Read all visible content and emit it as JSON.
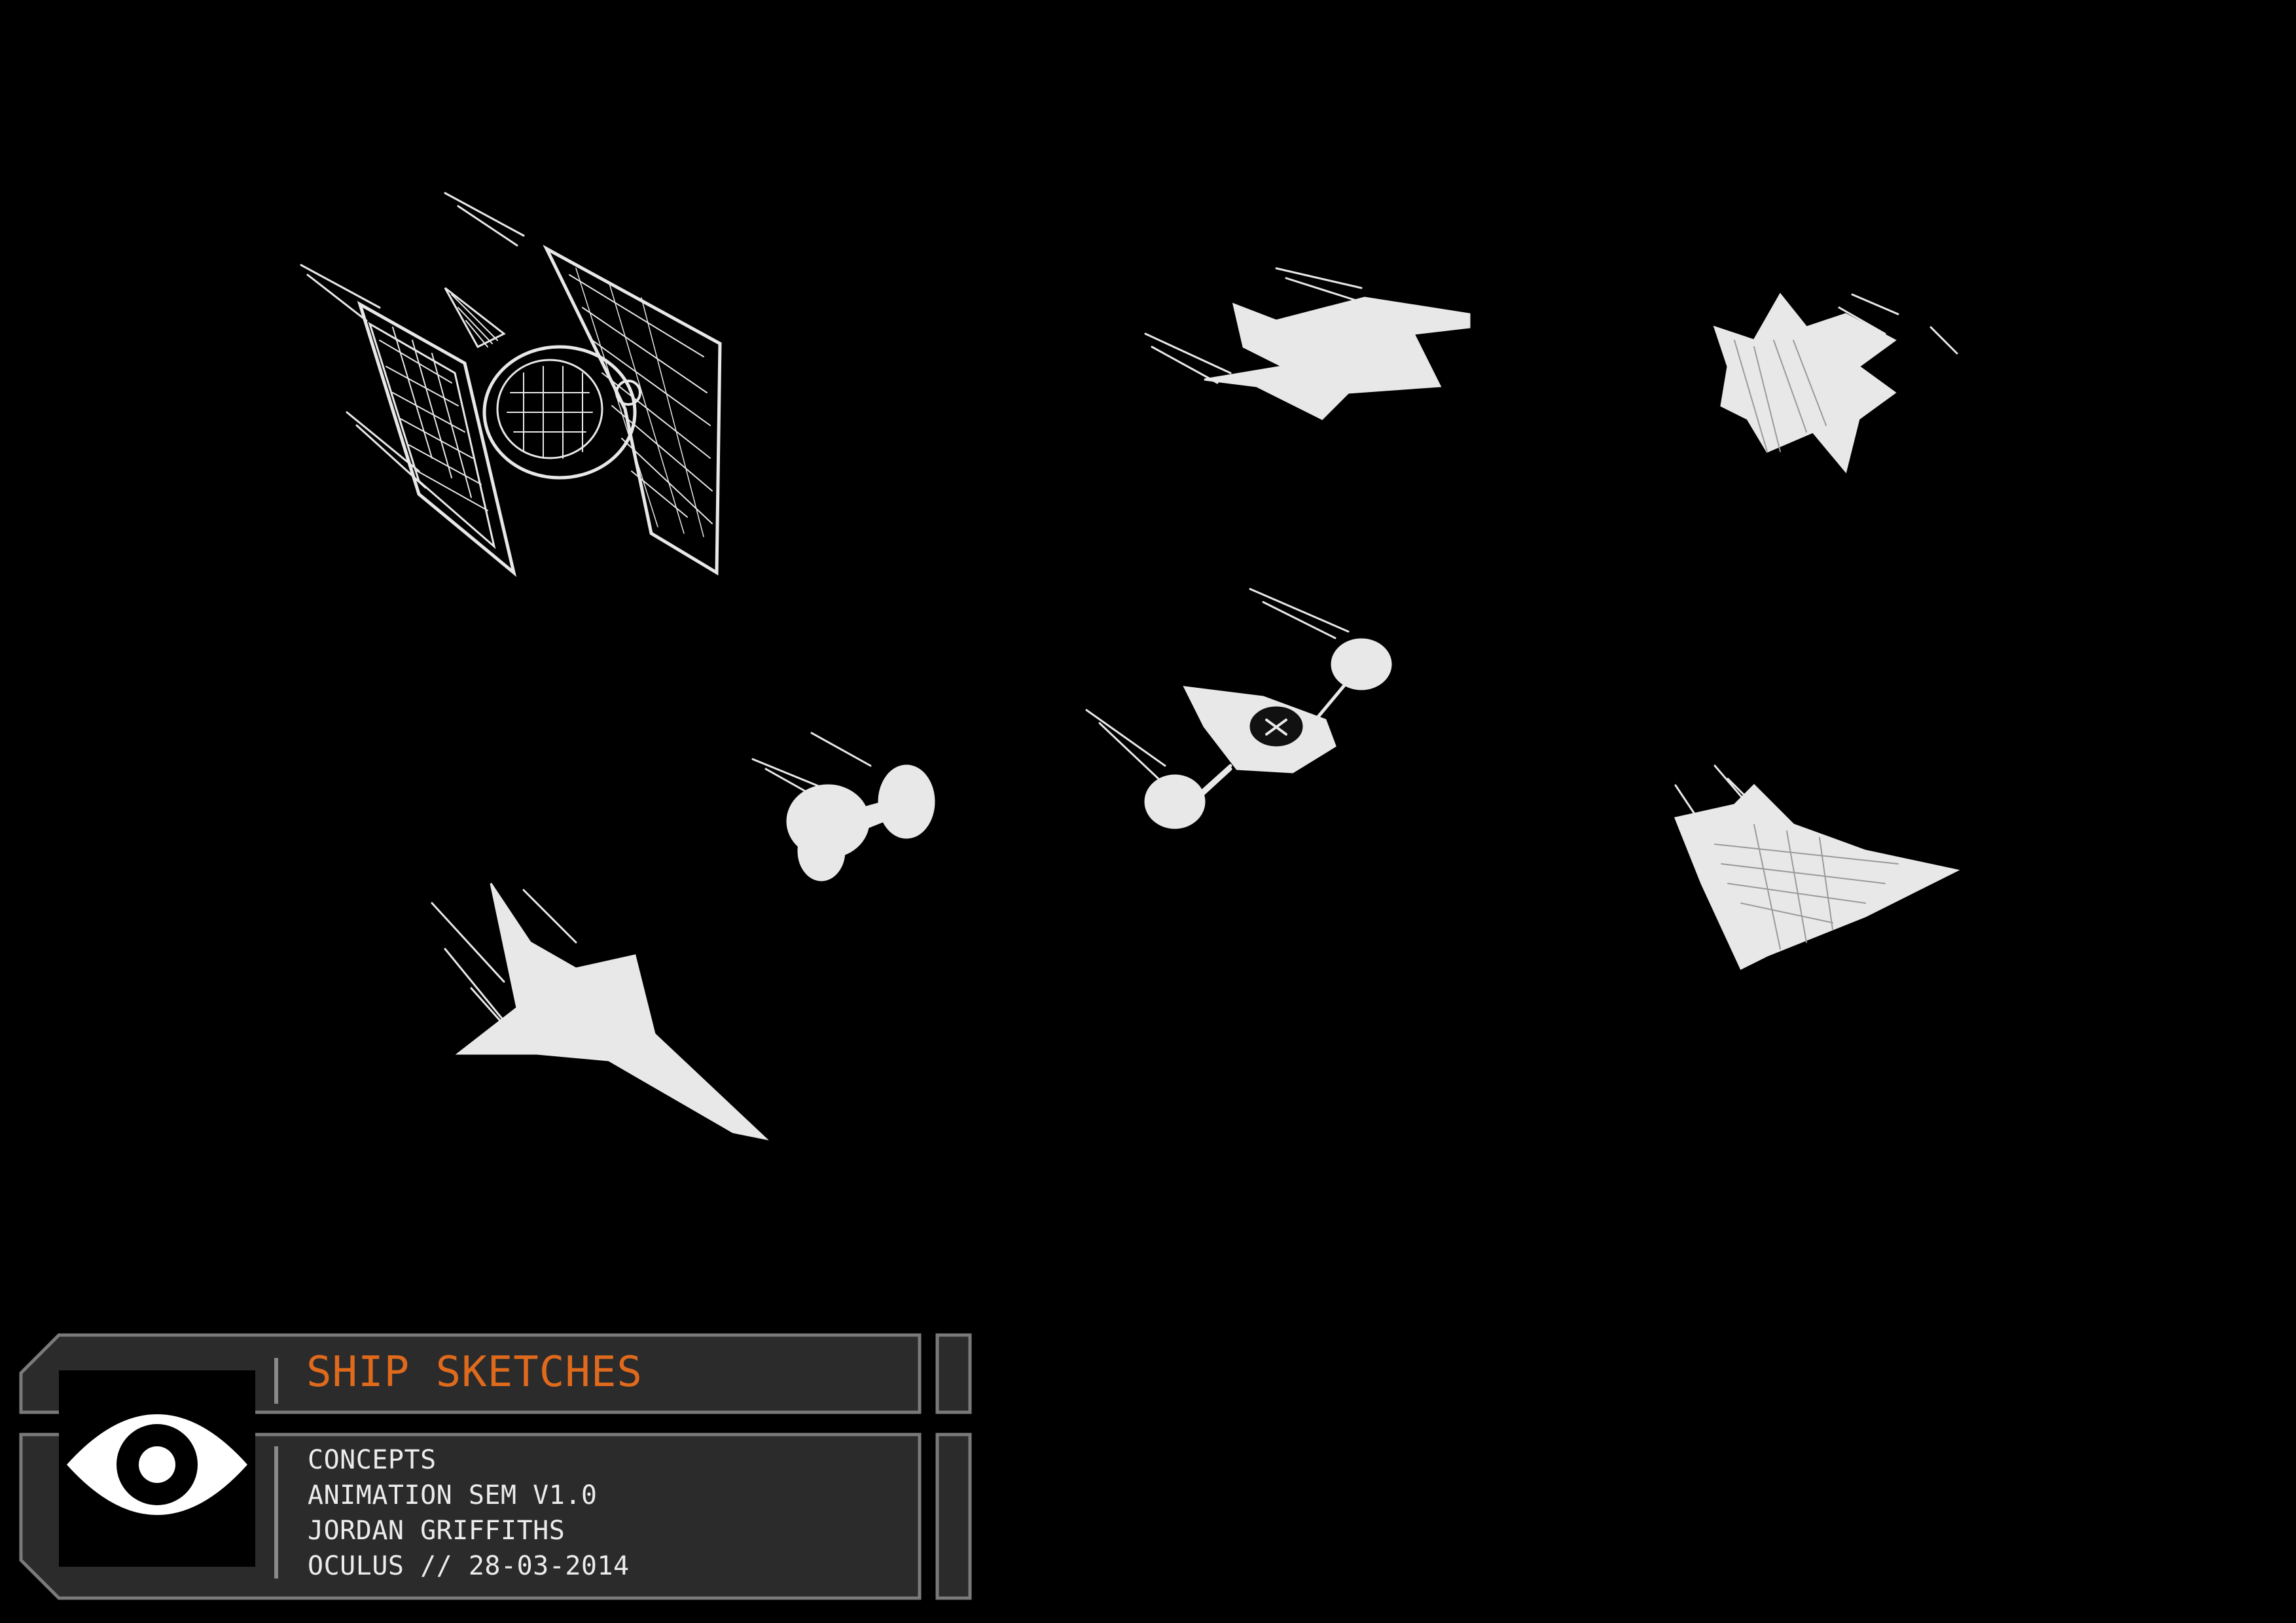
{
  "title_block": {
    "title": "SHIP SKETCHES",
    "lines": [
      "CONCEPTS",
      "ANIMATION SEM V1.0",
      "JORDAN GRIFFITHS",
      "OCULUS // 28-03-2014"
    ],
    "logo_icon": "eye-icon"
  },
  "colors": {
    "background": "#000000",
    "sketch": "#e8e8e8",
    "title_accent": "#e06a1c",
    "panel_fill": "#2b2b2b",
    "panel_stroke": "#7a7a7a",
    "text": "#ececec"
  }
}
